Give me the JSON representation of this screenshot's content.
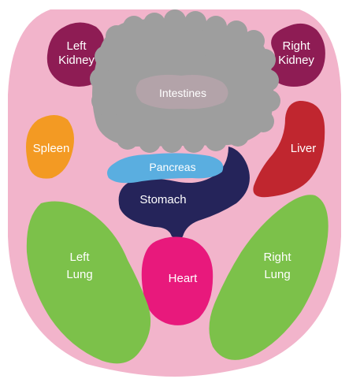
{
  "colors": {
    "background": "#ffffff",
    "body": "#f2b4cb",
    "kidney": "#8e1c54",
    "intestines": "#9e9e9e",
    "spleen": "#f39a23",
    "liver": "#c0262f",
    "pancreas": "#5aaee0",
    "stomach": "#25245a",
    "heart": "#e8197c",
    "lung": "#7cc14a",
    "label": "#ffffff"
  },
  "organs": {
    "left_kidney": {
      "line1": "Left",
      "line2": "Kidney",
      "icon": "kidney-shape"
    },
    "right_kidney": {
      "line1": "Right",
      "line2": "Kidney",
      "icon": "kidney-shape"
    },
    "intestines": {
      "label": "Intestines",
      "icon": "intestine-coil"
    },
    "spleen": {
      "label": "Spleen",
      "icon": "spleen-shape"
    },
    "liver": {
      "label": "Liver",
      "icon": "liver-shape"
    },
    "pancreas": {
      "label": "Pancreas",
      "icon": "pancreas-shape"
    },
    "stomach": {
      "label": "Stomach",
      "icon": "stomach-shape"
    },
    "heart": {
      "label": "Heart",
      "icon": "heart-shape"
    },
    "left_lung": {
      "line1": "Left",
      "line2": "Lung",
      "icon": "lung-shape"
    },
    "right_lung": {
      "line1": "Right",
      "line2": "Lung",
      "icon": "lung-shape"
    }
  }
}
